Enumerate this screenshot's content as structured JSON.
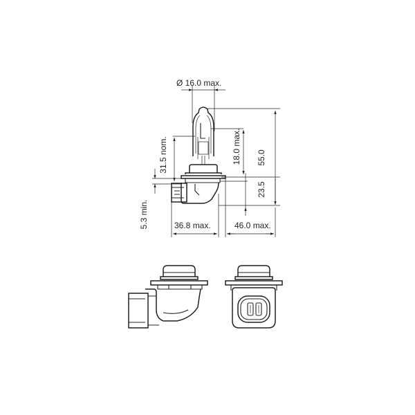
{
  "dimensions": {
    "diameter": "Ø 16.0 max.",
    "height_55": "55.0",
    "height_18": "18.0 max.",
    "nom_31_5": "31.5 nom.",
    "min_5_3": "5.3 min.",
    "height_23_5": "23.5",
    "width_36_8": "36.8 max.",
    "width_46_0": "46.0 max."
  },
  "colors": {
    "line": "#231f20",
    "background": "#ffffff"
  }
}
